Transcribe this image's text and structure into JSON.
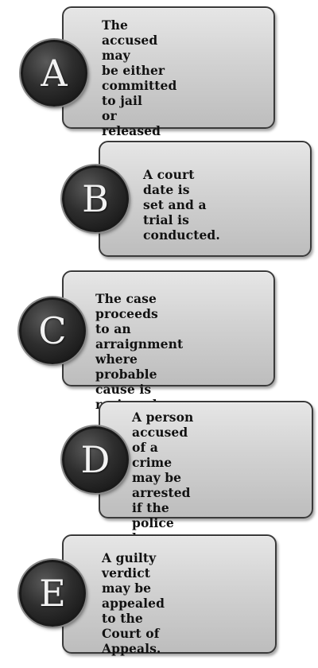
{
  "steps": [
    {
      "letter": "A",
      "text": "The accused may\nbe either\ncommitted to jail\nor released on\nbail."
    },
    {
      "letter": "B",
      "text": "A court date is\nset and a trial is\nconducted."
    },
    {
      "letter": "C",
      "text": "The case proceeds\nto an arraignment\nwhere probable\ncause is reviewed."
    },
    {
      "letter": "D",
      "text": "A person accused\nof a crime may be\narrested if the\npolice have\nprobable cause."
    },
    {
      "letter": "E",
      "text": "A guilty verdict\nmay be appealed\nto the Court of\nAppeals."
    }
  ]
}
